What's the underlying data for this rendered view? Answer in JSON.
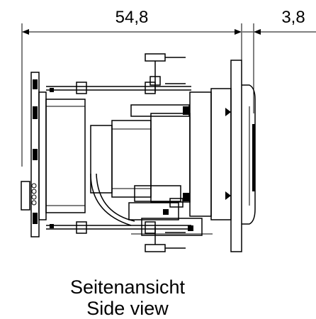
{
  "dimensions": {
    "overall_width": "54,8",
    "front_offset": "3,8"
  },
  "caption": {
    "german": "Seitenansicht",
    "english": "Side view"
  }
}
